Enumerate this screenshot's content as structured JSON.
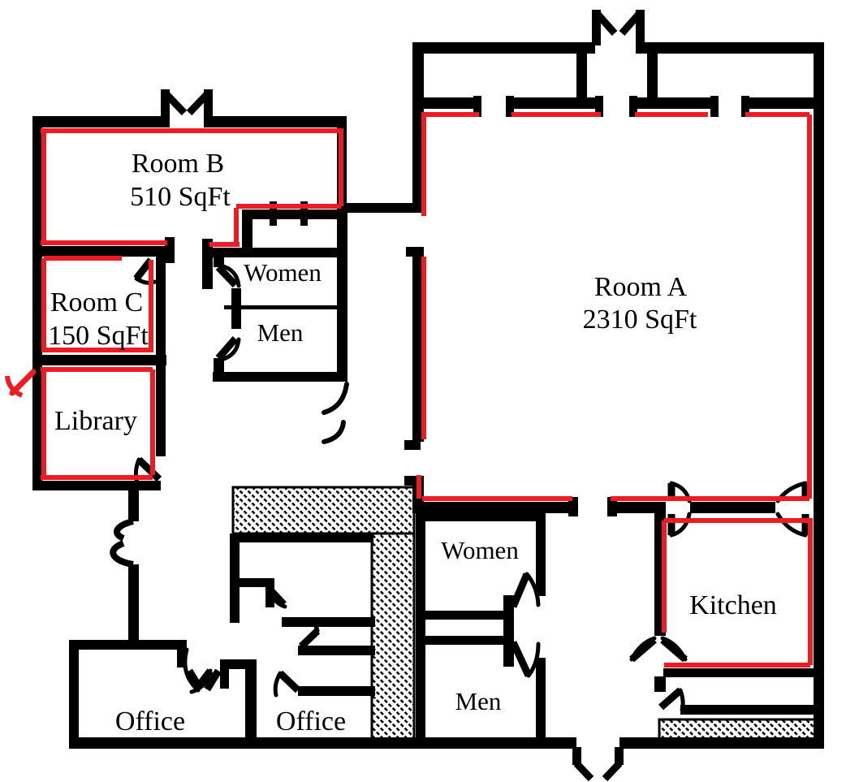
{
  "colors": {
    "wall": "#000000",
    "highlight": "#ed1c24",
    "background": "#ffffff"
  },
  "rooms": {
    "room_b": {
      "label": "Room B",
      "area": "510 SqFt"
    },
    "room_c": {
      "label": "Room C",
      "area": "150 SqFt"
    },
    "library": {
      "label": "Library"
    },
    "room_a": {
      "label": "Room A",
      "area": "2310 SqFt"
    },
    "women_upper": {
      "label": "Women"
    },
    "men_upper": {
      "label": "Men"
    },
    "women_lower": {
      "label": "Women"
    },
    "men_lower": {
      "label": "Men"
    },
    "office_left": {
      "label": "Office"
    },
    "office_center": {
      "label": "Office"
    },
    "kitchen": {
      "label": "Kitchen"
    }
  }
}
